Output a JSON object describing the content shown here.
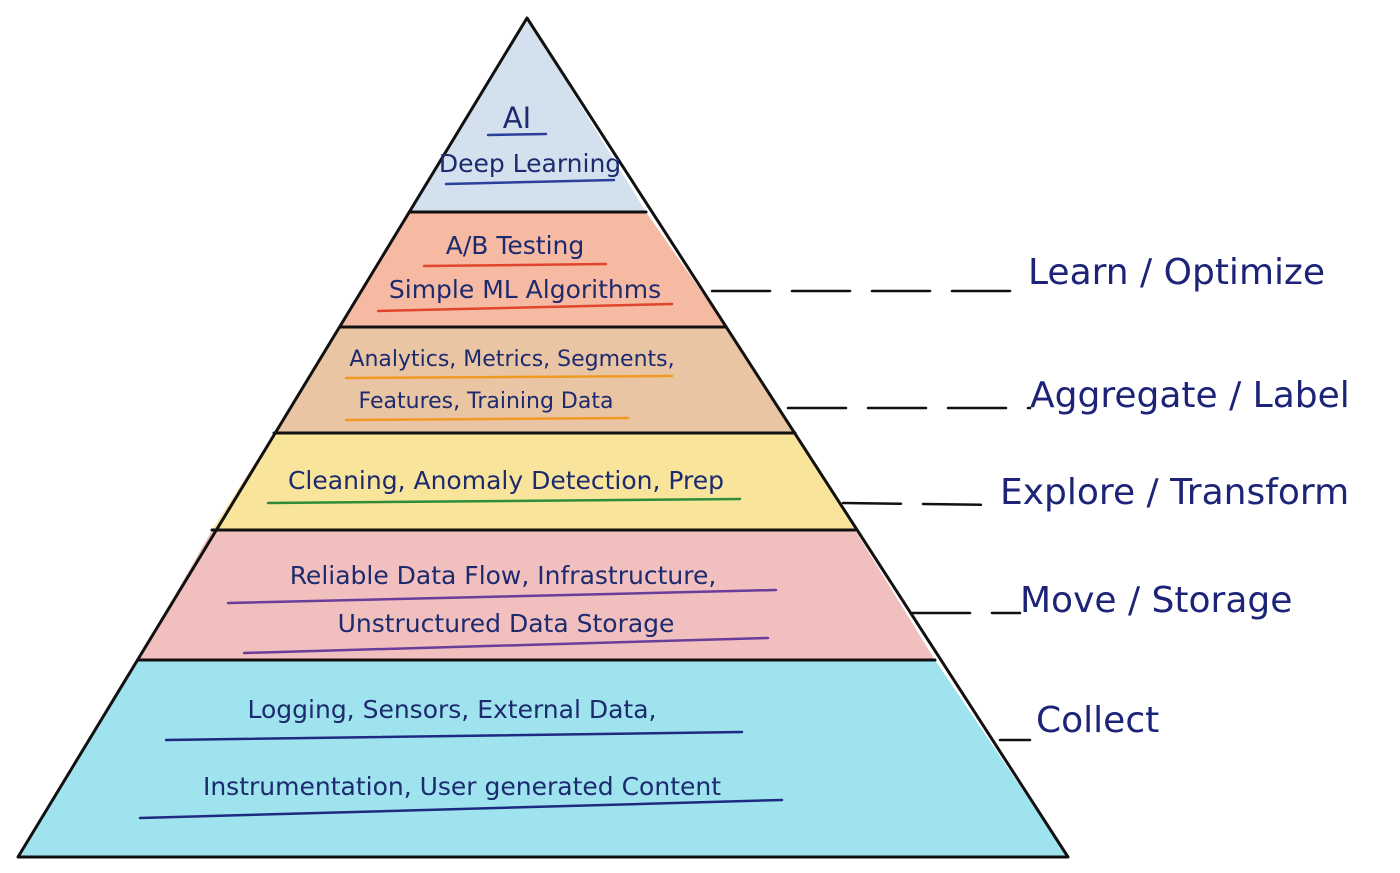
{
  "pyramid": {
    "tiers": [
      {
        "id": "ai",
        "color": "#d3e0ee",
        "lines": [
          "AI",
          "Deep Learning"
        ]
      },
      {
        "id": "learn",
        "color": "#f6b9a2",
        "lines": [
          "A/B Testing",
          "Simple ML Algorithms"
        ]
      },
      {
        "id": "aggregate",
        "color": "#e9c5a4",
        "lines": [
          "Analytics, Metrics, Segments,",
          "Features, Training Data"
        ]
      },
      {
        "id": "explore",
        "color": "#f9e49c",
        "lines": [
          "Cleaning, Anomaly Detection, Prep"
        ]
      },
      {
        "id": "move",
        "color": "#f2bfbf",
        "lines": [
          "Reliable Data Flow, Infrastructure,",
          "Unstructured Data Storage"
        ]
      },
      {
        "id": "collect",
        "color": "#9fe3ef",
        "lines": [
          "Logging, Sensors, External Data,",
          "Instrumentation, User generated Content"
        ]
      }
    ]
  },
  "stages": [
    {
      "tier": "learn",
      "label": "Learn / Optimize"
    },
    {
      "tier": "aggregate",
      "label": "Aggregate / Label"
    },
    {
      "tier": "explore",
      "label": "Explore / Transform"
    },
    {
      "tier": "move",
      "label": "Move / Storage"
    },
    {
      "tier": "collect",
      "label": "Collect"
    }
  ],
  "colors": {
    "outline": "#111111",
    "label_ink": "#1d2478",
    "underline_blue": "#2b3f9c",
    "underline_red": "#e0442c",
    "underline_orange": "#f09a22",
    "underline_green": "#2f8a3a",
    "underline_purple": "#6a3d9a",
    "underline_navy": "#1e2a82"
  }
}
